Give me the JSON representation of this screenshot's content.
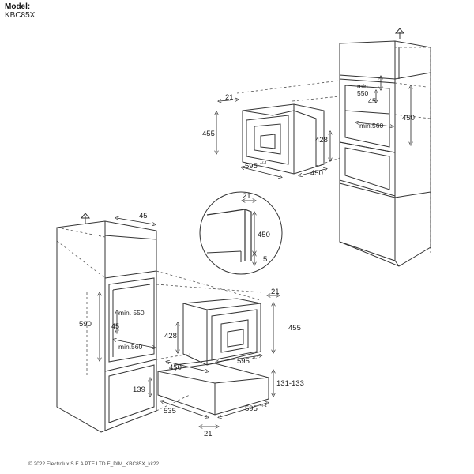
{
  "header": {
    "model_label": "Model:",
    "model_number": "KBC85X"
  },
  "footer": {
    "copyright": "© 2022 Electrolux S.E.A PTE LTD E_DIM_KBC85X_kit22"
  },
  "diagram": {
    "top_install": {
      "niche_min_height": "min.\n550",
      "niche_gap": "45",
      "niche_min_width": "min.560",
      "niche_height": "450",
      "appliance_depth_offset": "21",
      "appliance_height": "455",
      "appliance_front_height": "428",
      "appliance_width": "595",
      "appliance_width_tolerance": "+/-1",
      "appliance_depth": "450"
    },
    "detail": {
      "gap_top": "21",
      "height": "450",
      "gap_bottom": "5"
    },
    "bottom_install": {
      "cabinet_gap": "45",
      "niche_height": "590",
      "niche_min_height": "min. 550",
      "niche_gap": "45",
      "niche_min_width": "min.560",
      "drawer_offset": "139",
      "appliance_front_height": "428",
      "appliance_depth_offset": "21",
      "appliance_height": "455",
      "appliance_depth": "450",
      "appliance_width": "595",
      "appliance_width_tolerance": "+/-1",
      "drawer_height": "131-133",
      "drawer_depth": "535",
      "drawer_width": "595",
      "drawer_width_tolerance": "+/-1",
      "drawer_gap": "21"
    }
  }
}
